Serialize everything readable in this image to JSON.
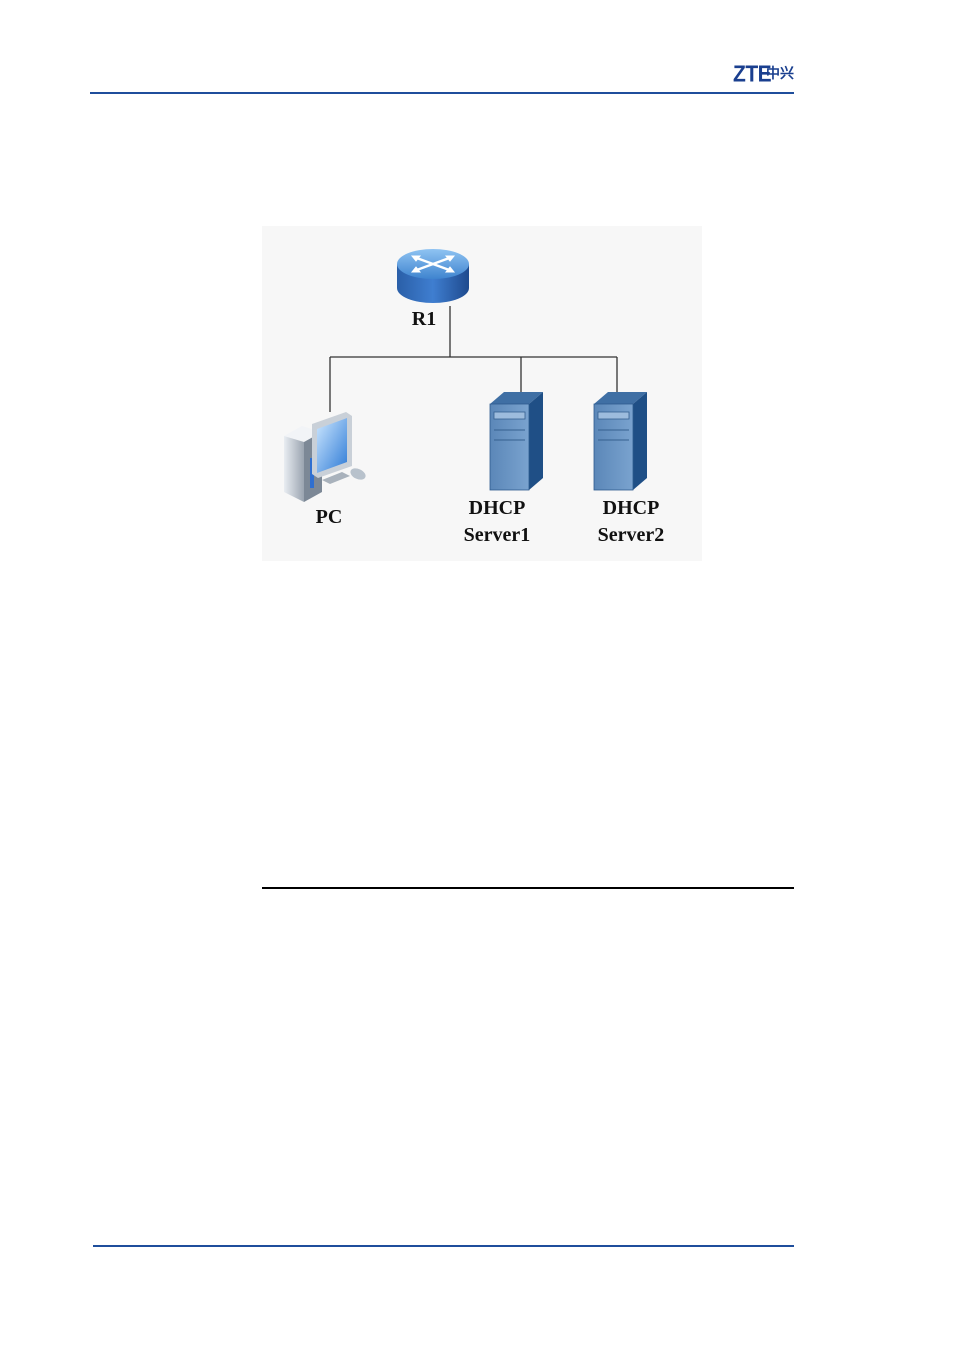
{
  "header": {
    "logo_latin": "ZTE",
    "logo_chinese": "中兴",
    "brand_color": "#1a3f8f",
    "rule_color": "#1f4e9c"
  },
  "diagram": {
    "nodes": [
      {
        "id": "router",
        "label": "R1",
        "icon": "router-icon"
      },
      {
        "id": "pc",
        "label": "PC",
        "icon": "pc-icon"
      },
      {
        "id": "server1",
        "label_line1": "DHCP",
        "label_line2": "Server1",
        "icon": "server-icon"
      },
      {
        "id": "server2",
        "label_line1": "DHCP",
        "label_line2": "Server2",
        "icon": "server-icon"
      }
    ]
  }
}
